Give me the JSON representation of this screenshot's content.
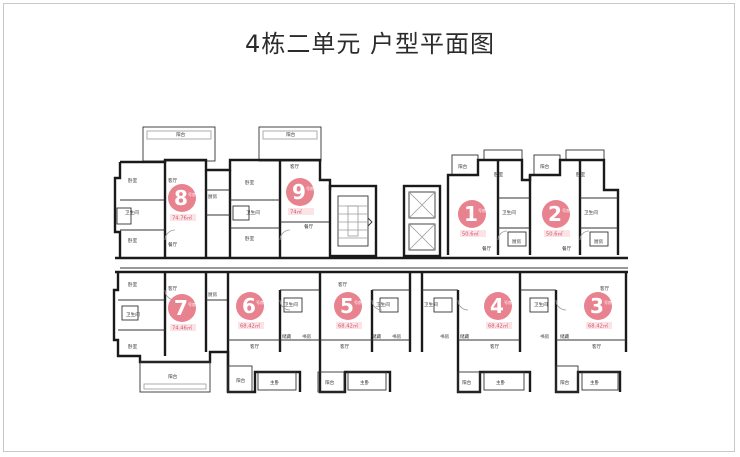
{
  "title": "4栋二单元 户型平面图",
  "colors": {
    "badge": "#e8828f",
    "wall": "#1a1a1a"
  },
  "unit_tag": "号房",
  "units": [
    {
      "num": "8",
      "area": "74.76㎡"
    },
    {
      "num": "9",
      "area": "74㎡"
    },
    {
      "num": "1",
      "area": "50.6㎡"
    },
    {
      "num": "2",
      "area": "50.6㎡"
    },
    {
      "num": "7",
      "area": "74.46㎡"
    },
    {
      "num": "6",
      "area": "68.42㎡"
    },
    {
      "num": "5",
      "area": "68.42㎡"
    },
    {
      "num": "4",
      "area": "68.42㎡"
    },
    {
      "num": "3",
      "area": "68.42㎡"
    }
  ],
  "rooms": {
    "balcony": "阳台",
    "bedroom": "卧室",
    "living": "客厅",
    "bathroom": "卫生间",
    "kitchen": "厨房",
    "dining": "餐厅",
    "master": "主卧",
    "study": "书房",
    "closet": "储藏"
  }
}
